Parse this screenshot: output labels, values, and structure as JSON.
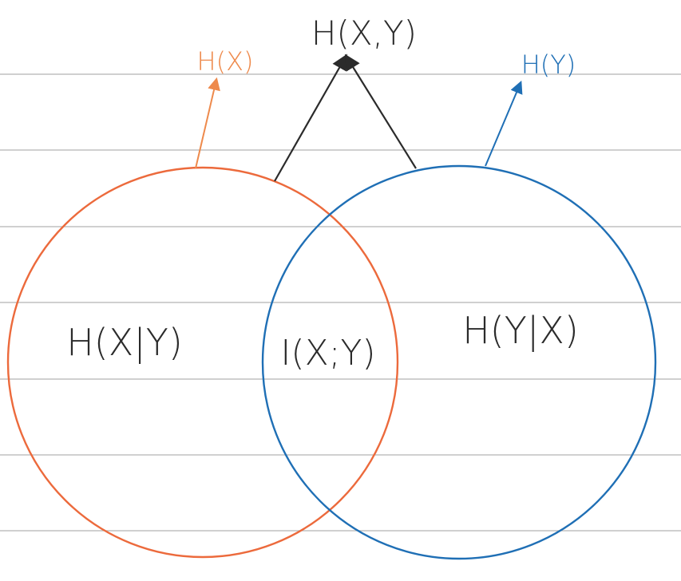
{
  "colors": {
    "background": "#ffffff",
    "rule_line": "#b4b4b4",
    "ink": "#2b2b2b",
    "set_x": "#ec6a3c",
    "set_x_label": "#ee8a4c",
    "set_y": "#1f6fb5"
  },
  "labels": {
    "joint_entropy": "H(X,Y)",
    "entropy_x": "H(X)",
    "entropy_y": "H(Y)",
    "conditional_x_given_y": "H(X|Y)",
    "mutual_information": "I(X;Y)",
    "conditional_y_given_x": "H(Y|X)"
  },
  "ruled_line_count": 7
}
